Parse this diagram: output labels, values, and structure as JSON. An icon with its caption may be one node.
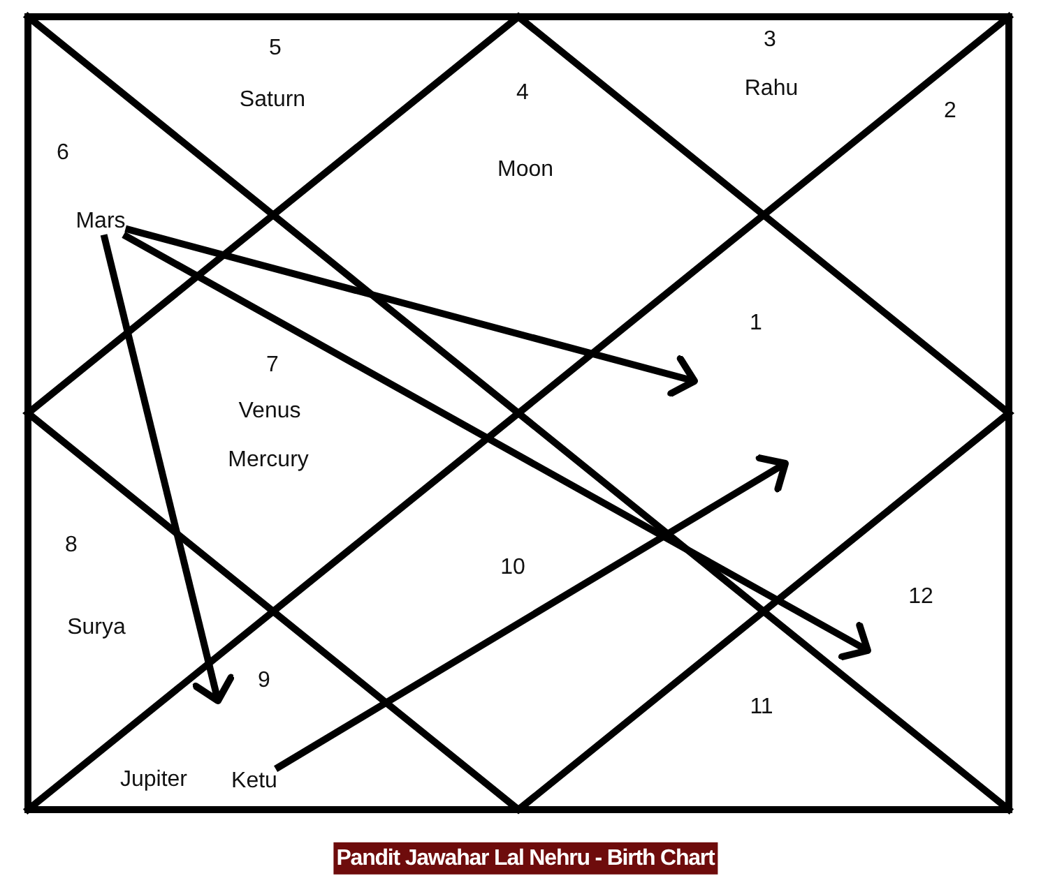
{
  "diagram": {
    "caption": "Pandit Jawahar Lal Nehru - Birth Chart",
    "nodes": [
      {
        "text": [
          "5",
          "Saturn"
        ]
      },
      {
        "text": [
          "4",
          "Moon"
        ]
      },
      {
        "text": [
          "3",
          "Rahu"
        ]
      },
      {
        "text": [
          "2"
        ]
      },
      {
        "text": [
          "6"
        ]
      },
      {
        "text": [
          "Mars"
        ],
        "in": 4
      },
      {
        "text": [
          "7",
          "Venus",
          "Mercury"
        ]
      },
      {
        "text": [
          "1"
        ]
      },
      {
        "text": [
          "8",
          "Surya"
        ]
      },
      {
        "text": [
          "10"
        ]
      },
      {
        "text": [
          "12"
        ]
      },
      {
        "text": [
          "9",
          "Jupiter"
        ]
      },
      {
        "text": [
          "Ketu"
        ],
        "in": 11
      },
      {
        "text": [
          "11"
        ]
      }
    ],
    "edges": [
      {
        "from": 5,
        "to": 7,
        "arrow": "to"
      },
      {
        "from": 5,
        "to": 10,
        "arrow": "to"
      },
      {
        "from": 5,
        "to": 11,
        "arrow": "to"
      },
      {
        "from": 12,
        "to": 7,
        "arrow": "to"
      }
    ]
  }
}
